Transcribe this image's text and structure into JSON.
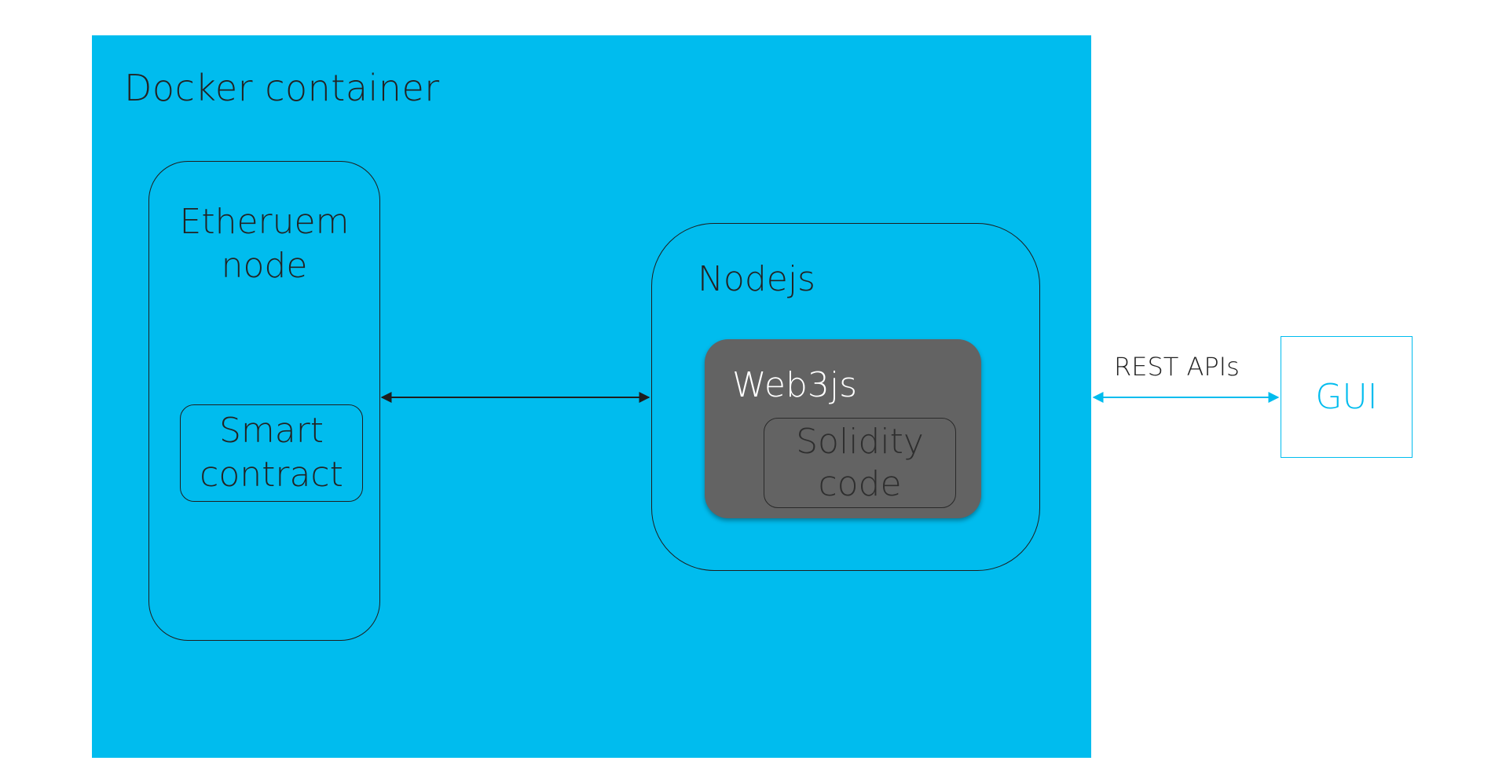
{
  "docker": {
    "title": "Docker container"
  },
  "ethereum": {
    "title": "Etheruem\nnode",
    "line1": "Etheruem",
    "line2": "node"
  },
  "smart_contract": {
    "line1": "Smart",
    "line2": "contract"
  },
  "nodejs": {
    "title": "Nodejs"
  },
  "web3js": {
    "title": "Web3js"
  },
  "solidity": {
    "line1": "Solidity",
    "line2": "code"
  },
  "rest": {
    "label": "REST APIs"
  },
  "gui": {
    "label": "GUI"
  },
  "colors": {
    "container": "#00bcee",
    "web3_box": "#636363",
    "gui_accent": "#00bcee",
    "connector_dark": "#1e1e1e",
    "connector_light": "#00bcee"
  }
}
